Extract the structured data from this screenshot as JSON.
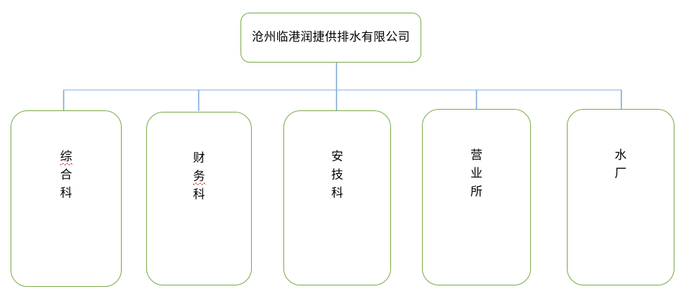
{
  "diagram": {
    "type": "org-chart",
    "orientation": "top-down",
    "colors": {
      "box_border": "#76a843",
      "box_fill": "#ffffff",
      "connector": "#7ba7d7",
      "text": "#000000",
      "spellcheck_underline": "#d92b2b",
      "background": "#ffffff"
    },
    "root": {
      "label": "沧州临港润捷供排水有限公司",
      "orientation": "horizontal"
    },
    "children": [
      {
        "label": "综合科",
        "chars": [
          "综",
          "合",
          "科"
        ],
        "misspelled_index": 0,
        "orientation": "vertical"
      },
      {
        "label": "财务科",
        "chars": [
          "财",
          "务",
          "科"
        ],
        "misspelled_index": 1,
        "orientation": "vertical"
      },
      {
        "label": "安技科",
        "chars": [
          "安",
          "技",
          "科"
        ],
        "misspelled_index": -1,
        "orientation": "vertical"
      },
      {
        "label": "营业所",
        "chars": [
          "营",
          "业",
          "所"
        ],
        "misspelled_index": -1,
        "orientation": "vertical"
      },
      {
        "label": "水厂",
        "chars": [
          "水",
          "厂"
        ],
        "misspelled_index": -1,
        "orientation": "vertical"
      }
    ]
  }
}
